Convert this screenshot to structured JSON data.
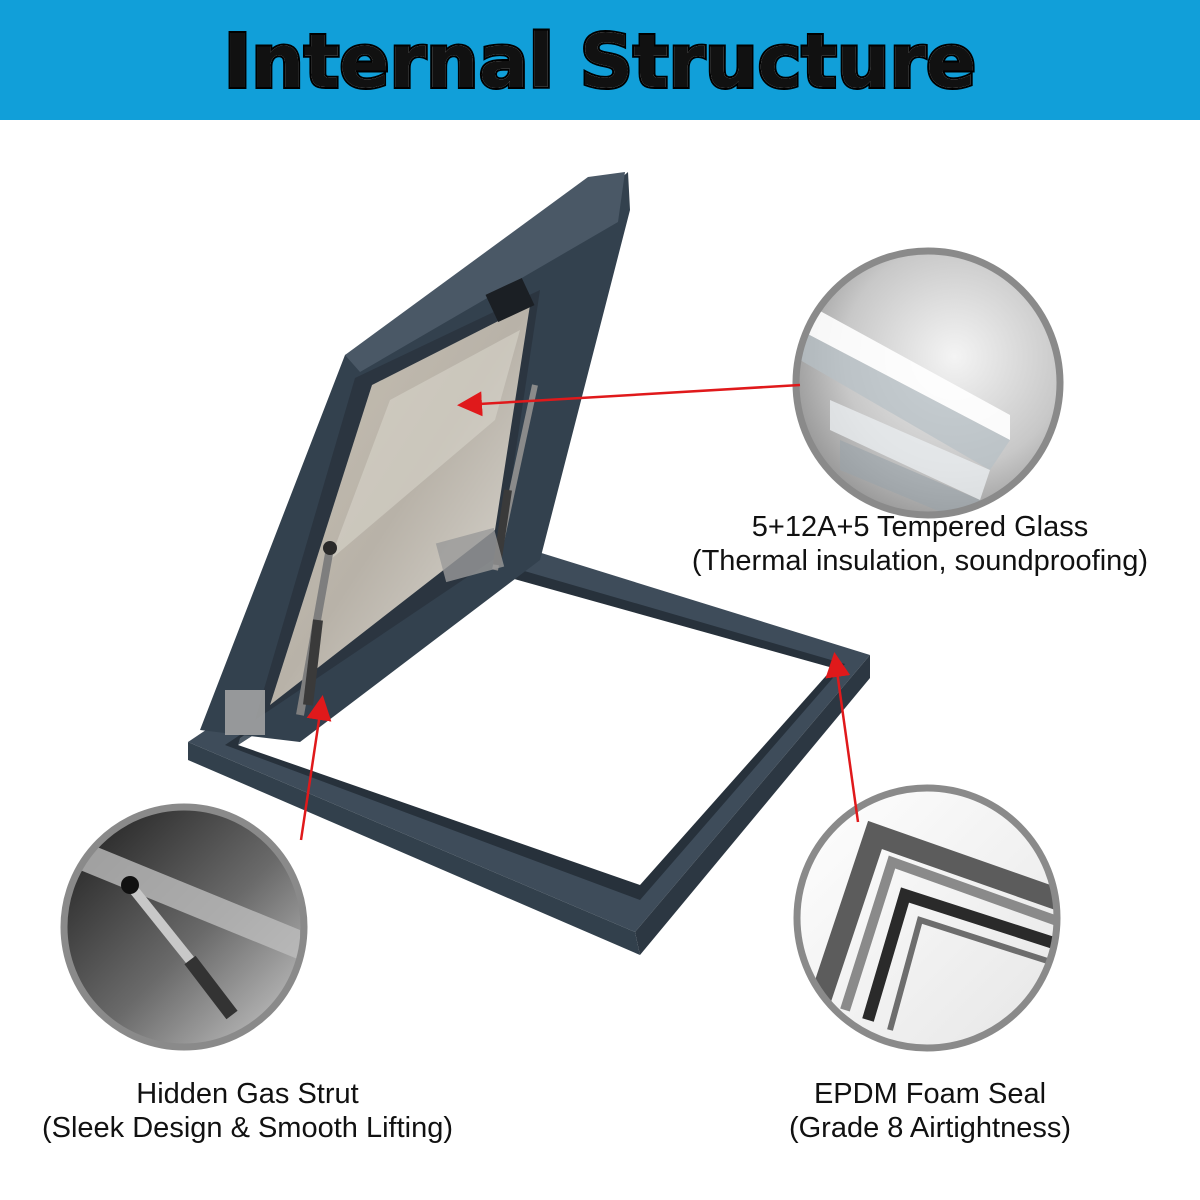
{
  "header": {
    "title": "Internal Structure"
  },
  "colors": {
    "banner": "#119fd9",
    "frame": "#3e4c5a",
    "arrow": "#e0191b",
    "circle_border": "#8a8a8a"
  },
  "callouts": [
    {
      "id": "glass",
      "title": "5+12A+5 Tempered Glass",
      "subtitle": "(Thermal insulation, soundproofing)",
      "icon": "glass-corner-closeup"
    },
    {
      "id": "strut",
      "title": "Hidden Gas Strut",
      "subtitle": "(Sleek Design & Smooth Lifting)",
      "icon": "gas-strut-closeup"
    },
    {
      "id": "seal",
      "title": "EPDM Foam Seal",
      "subtitle": "(Grade 8 Airtightness)",
      "icon": "seal-corner-closeup"
    }
  ]
}
